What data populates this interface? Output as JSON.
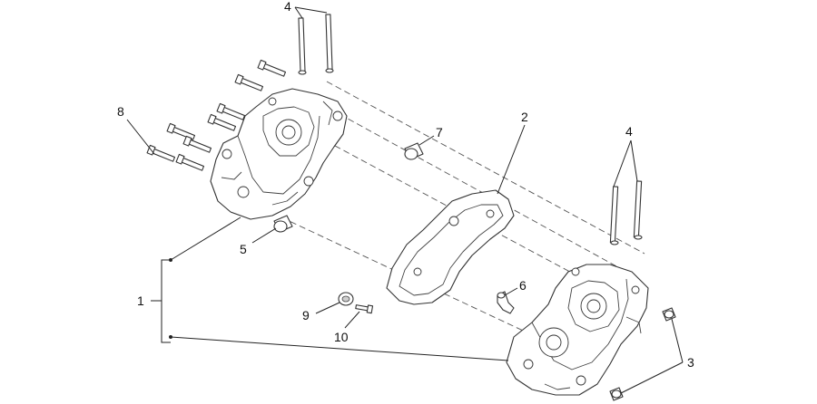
{
  "callouts": {
    "c1": "1",
    "c2": "2",
    "c3": "3",
    "c4_top": "4",
    "c4_right": "4",
    "c5": "5",
    "c6": "6",
    "c7": "7",
    "c8": "8",
    "c9": "9",
    "c10": "10"
  },
  "colors": {
    "line": "#333333",
    "background": "#ffffff"
  }
}
